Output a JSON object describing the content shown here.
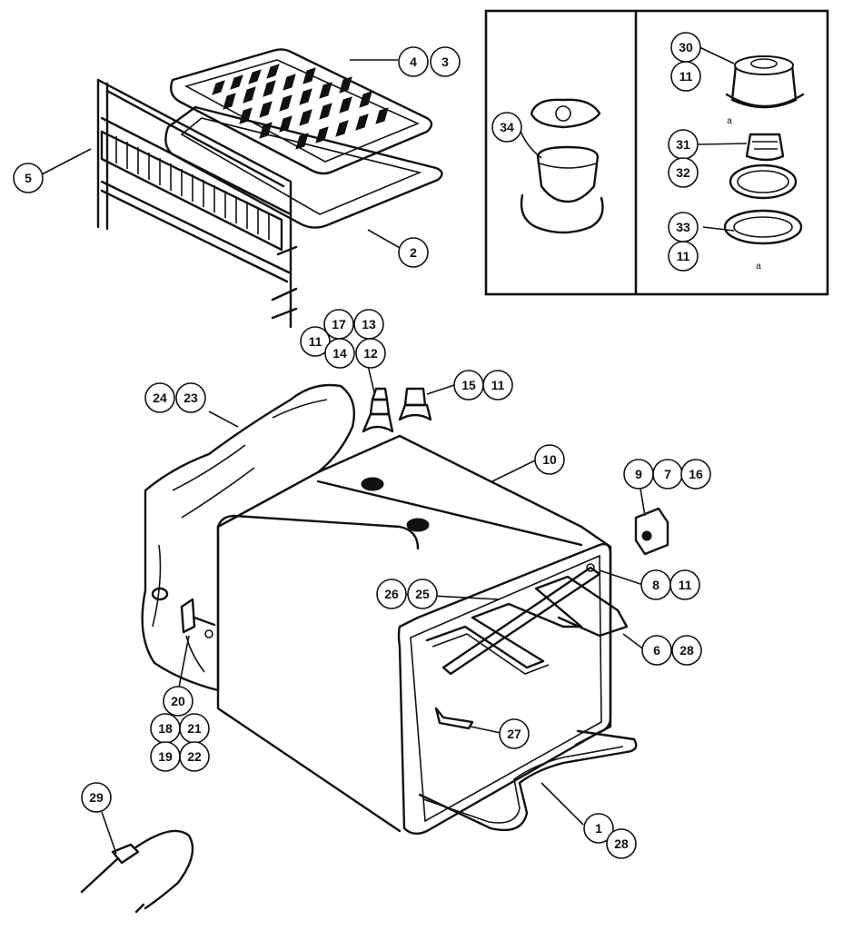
{
  "callouts": [
    {
      "id": "c4",
      "text": "4"
    },
    {
      "id": "c3",
      "text": "3"
    },
    {
      "id": "c5",
      "text": "5"
    },
    {
      "id": "c2",
      "text": "2"
    },
    {
      "id": "c34",
      "text": "34"
    },
    {
      "id": "c30",
      "text": "30"
    },
    {
      "id": "c11a",
      "text": "11"
    },
    {
      "id": "c31",
      "text": "31"
    },
    {
      "id": "c32",
      "text": "32"
    },
    {
      "id": "c33",
      "text": "33"
    },
    {
      "id": "c11b",
      "text": "11"
    },
    {
      "id": "c17",
      "text": "17"
    },
    {
      "id": "c13",
      "text": "13"
    },
    {
      "id": "c11c",
      "text": "11"
    },
    {
      "id": "c14",
      "text": "14"
    },
    {
      "id": "c12",
      "text": "12"
    },
    {
      "id": "c15",
      "text": "15"
    },
    {
      "id": "c11d",
      "text": "11"
    },
    {
      "id": "c24",
      "text": "24"
    },
    {
      "id": "c23",
      "text": "23"
    },
    {
      "id": "c10",
      "text": "10"
    },
    {
      "id": "c9",
      "text": "9"
    },
    {
      "id": "c7",
      "text": "7"
    },
    {
      "id": "c16",
      "text": "16"
    },
    {
      "id": "c8",
      "text": "8"
    },
    {
      "id": "c11e",
      "text": "11"
    },
    {
      "id": "c26",
      "text": "26"
    },
    {
      "id": "c25",
      "text": "25"
    },
    {
      "id": "c6",
      "text": "6"
    },
    {
      "id": "c28a",
      "text": "28"
    },
    {
      "id": "c20",
      "text": "20"
    },
    {
      "id": "c18",
      "text": "18"
    },
    {
      "id": "c21",
      "text": "21"
    },
    {
      "id": "c19",
      "text": "19"
    },
    {
      "id": "c22",
      "text": "22"
    },
    {
      "id": "c27",
      "text": "27"
    },
    {
      "id": "c29",
      "text": "29"
    },
    {
      "id": "c1",
      "text": "1"
    },
    {
      "id": "c28b",
      "text": "28"
    }
  ],
  "small_marks": {
    "mark_a": "a",
    "mark_b": "a"
  }
}
